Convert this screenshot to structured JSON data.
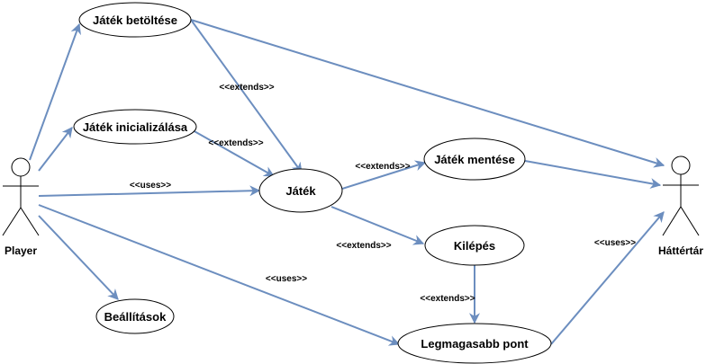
{
  "colors": {
    "edge": "#6c8ebf",
    "outline": "#000000",
    "background": "#ffffff"
  },
  "actors": {
    "player": "Player",
    "storage": "Háttértár"
  },
  "use_cases": {
    "load_game": "Játék betöltése",
    "init_game": "Játék inicializálása",
    "game": "Játék",
    "save_game": "Játék mentése",
    "exit": "Kilépés",
    "settings": "Beállítások",
    "high_score": "Legmagasabb pont"
  },
  "relations": {
    "extends_load_game": "<<extends>>",
    "extends_init_game": "<<extends>>",
    "uses_player_game": "<<uses>>",
    "extends_save_game": "<<extends>>",
    "extends_exit": "<<extends>>",
    "extends_exit_highscore": "<<extends>>",
    "uses_player_highscore": "<<uses>>",
    "uses_highscore_storage": "<<uses>>"
  }
}
